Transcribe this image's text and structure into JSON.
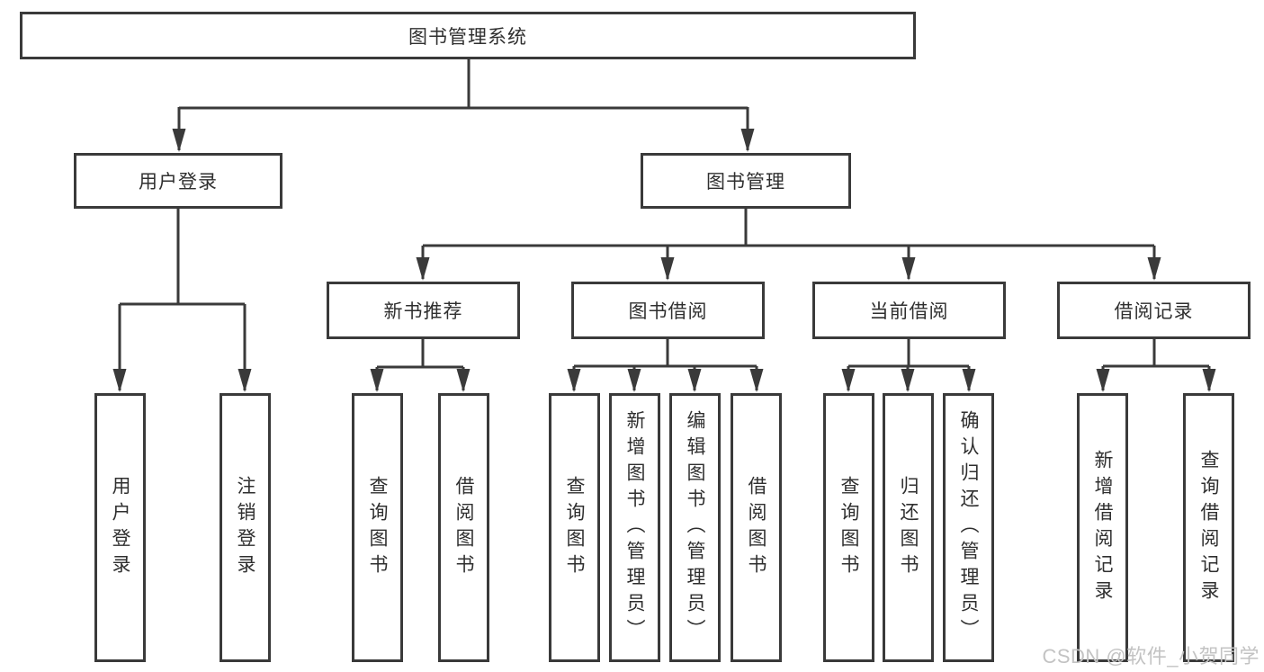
{
  "diagram": {
    "title": "图书管理系统",
    "branches": {
      "user_login": {
        "label": "用户登录",
        "children": [
          "用户登录",
          "注销登录"
        ]
      },
      "book_management": {
        "label": "图书管理",
        "sections": [
          {
            "label": "新书推荐",
            "children": [
              "查询图书",
              "借阅图书"
            ]
          },
          {
            "label": "图书借阅",
            "children": [
              "查询图书",
              "新增图书（管理员）",
              "编辑图书（管理员）",
              "借阅图书"
            ]
          },
          {
            "label": "当前借阅",
            "children": [
              "查询图书",
              "归还图书",
              "确认归还（管理员）"
            ]
          },
          {
            "label": "借阅记录",
            "children": [
              "新增借阅记录",
              "查询借阅记录"
            ]
          }
        ]
      }
    }
  },
  "colors": {
    "line": "#3a3a3a",
    "background": "#ffffff",
    "watermark": "#c3c3c3"
  },
  "watermark": "CSDN @软件_小贺同学"
}
